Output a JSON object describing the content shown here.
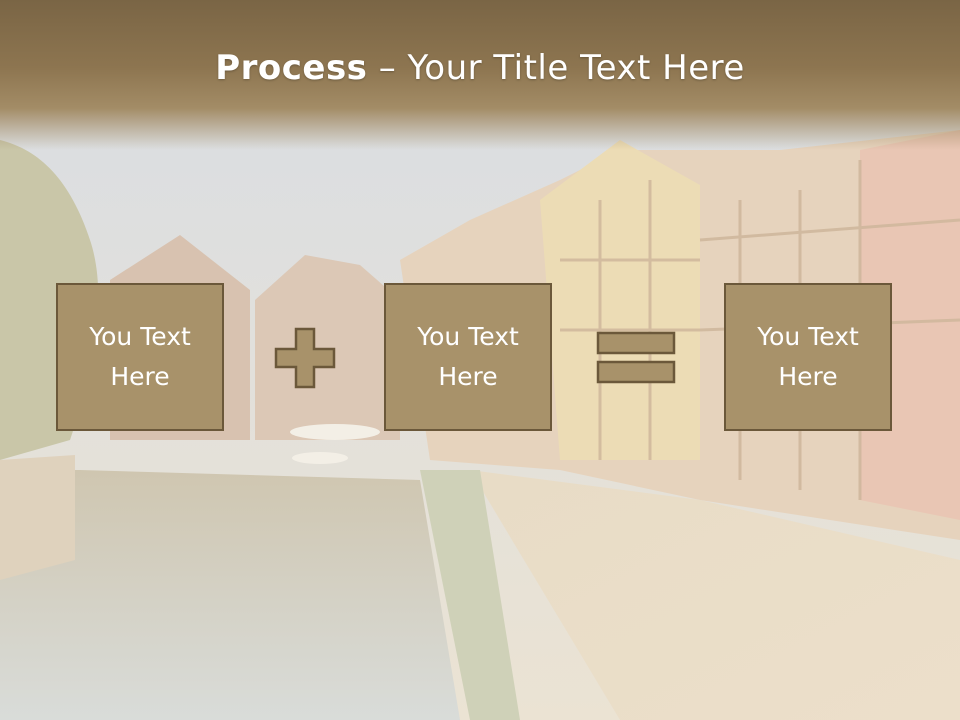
{
  "slide": {
    "title_bold": "Process",
    "title_rest": " – Your Title Text Here"
  },
  "boxes": [
    {
      "line1": "You Text",
      "line2": "Here"
    },
    {
      "line1": "You Text",
      "line2": "Here"
    },
    {
      "line1": "You Text",
      "line2": "Here"
    }
  ],
  "operators": {
    "first": "plus-icon",
    "second": "equals-icon"
  },
  "colors": {
    "box_fill": "#a8926a",
    "box_border": "#6b583a",
    "title_band": "#8d7550",
    "text": "#ffffff"
  }
}
